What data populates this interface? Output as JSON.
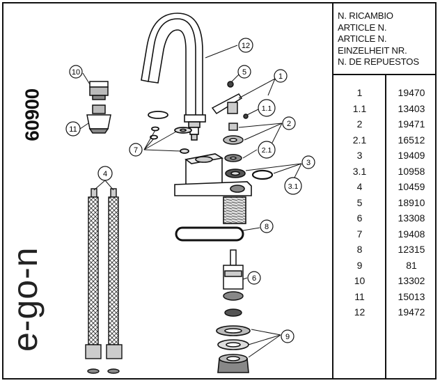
{
  "header": {
    "lines": [
      "N. RICAMBIO",
      "ARTICLE N.",
      "ARTICLE N.",
      "EINZELHEIT NR.",
      "N. DE REPUESTOS"
    ]
  },
  "model_number": "60900",
  "brand": "e-go-n",
  "callouts": [
    "1",
    "1.1",
    "2",
    "2.1",
    "3",
    "3.1",
    "4",
    "5",
    "6",
    "7",
    "8",
    "9",
    "10",
    "11",
    "12"
  ],
  "parts": [
    {
      "ref": "1",
      "article": "19470"
    },
    {
      "ref": "1.1",
      "article": "13403"
    },
    {
      "ref": "2",
      "article": "19471"
    },
    {
      "ref": "2.1",
      "article": "16512"
    },
    {
      "ref": "3",
      "article": "19409"
    },
    {
      "ref": "3.1",
      "article": "10958"
    },
    {
      "ref": "4",
      "article": "10459"
    },
    {
      "ref": "5",
      "article": "18910"
    },
    {
      "ref": "6",
      "article": "13308"
    },
    {
      "ref": "7",
      "article": "19408"
    },
    {
      "ref": "8",
      "article": "12315"
    },
    {
      "ref": "9",
      "article": "81"
    },
    {
      "ref": "10",
      "article": "13302"
    },
    {
      "ref": "11",
      "article": "15013"
    },
    {
      "ref": "12",
      "article": "19472"
    }
  ]
}
